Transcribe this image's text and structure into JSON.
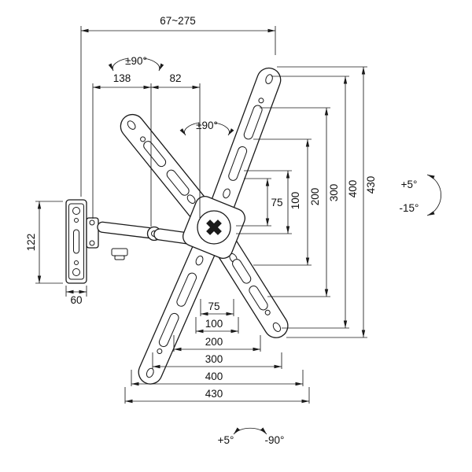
{
  "dims": {
    "extension_range": "67~275",
    "swivel_arm": "±90°",
    "rotate_vesa": "±90°",
    "arm_segment_1": "138",
    "arm_segment_2": "82",
    "tilt_up": "+5°",
    "tilt_down": "-15°",
    "wall_plate_height": "122",
    "wall_plate_width": "60",
    "swivel_plus": "+5°",
    "swivel_minus": "-90°",
    "vesa_vertical": [
      "75",
      "100",
      "200",
      "300",
      "400",
      "430"
    ],
    "vesa_horizontal": [
      "75",
      "100",
      "200",
      "300",
      "400",
      "430"
    ]
  }
}
